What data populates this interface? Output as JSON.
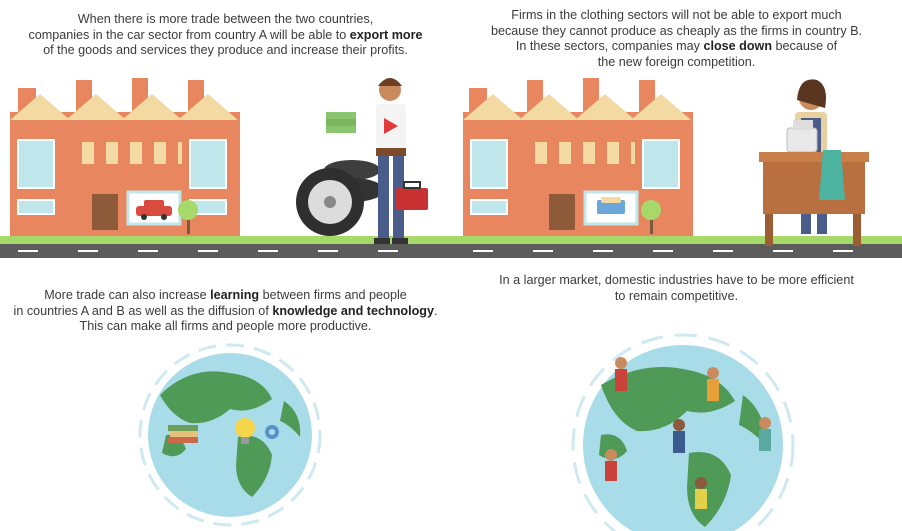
{
  "panels": [
    {
      "lines": [
        [
          {
            "t": "When there is more trade between the two countries,"
          }
        ],
        [
          {
            "t": "companies in the car sector from country A will be able to "
          },
          {
            "t": "export more",
            "b": true
          }
        ],
        [
          {
            "t": "of the goods and services they produce and increase their profits."
          }
        ]
      ]
    },
    {
      "lines": [
        [
          {
            "t": "Firms in the clothing sectors will not be able to export much"
          }
        ],
        [
          {
            "t": "because they cannot produce as cheaply as the firms in country B."
          }
        ],
        [
          {
            "t": "In these sectors, companies may "
          },
          {
            "t": "close down",
            "b": true
          },
          {
            "t": " because of"
          }
        ],
        [
          {
            "t": "the new foreign competition."
          }
        ]
      ]
    },
    {
      "lines": [
        [
          {
            "t": "More trade can also increase "
          },
          {
            "t": "learning",
            "b": true
          },
          {
            "t": " between firms and people"
          }
        ],
        [
          {
            "t": "in countries A and B as well as the diffusion of "
          },
          {
            "t": "knowledge and technology",
            "b": true
          },
          {
            "t": "."
          }
        ],
        [
          {
            "t": "This can make all firms and people more productive."
          }
        ]
      ]
    },
    {
      "lines": [
        [
          {
            "t": "In a larger market, domestic industries have to be more efficient"
          }
        ],
        [
          {
            "t": "to remain competitive."
          }
        ]
      ]
    }
  ],
  "colors": {
    "brick": "#e8875f",
    "roof": "#f3d9a2",
    "window": "#bfe6ea",
    "road": "#5c5c5c",
    "grass": "#a6d86a",
    "ocean": "#a9dce9",
    "land": "#4f9a56"
  },
  "icons": [
    "car-icon",
    "fabric-icon",
    "tire-icon",
    "cash-icon",
    "toolbox-icon",
    "sewing-machine-icon",
    "book-icon",
    "lightbulb-icon",
    "gear-icon",
    "globe-icon"
  ]
}
